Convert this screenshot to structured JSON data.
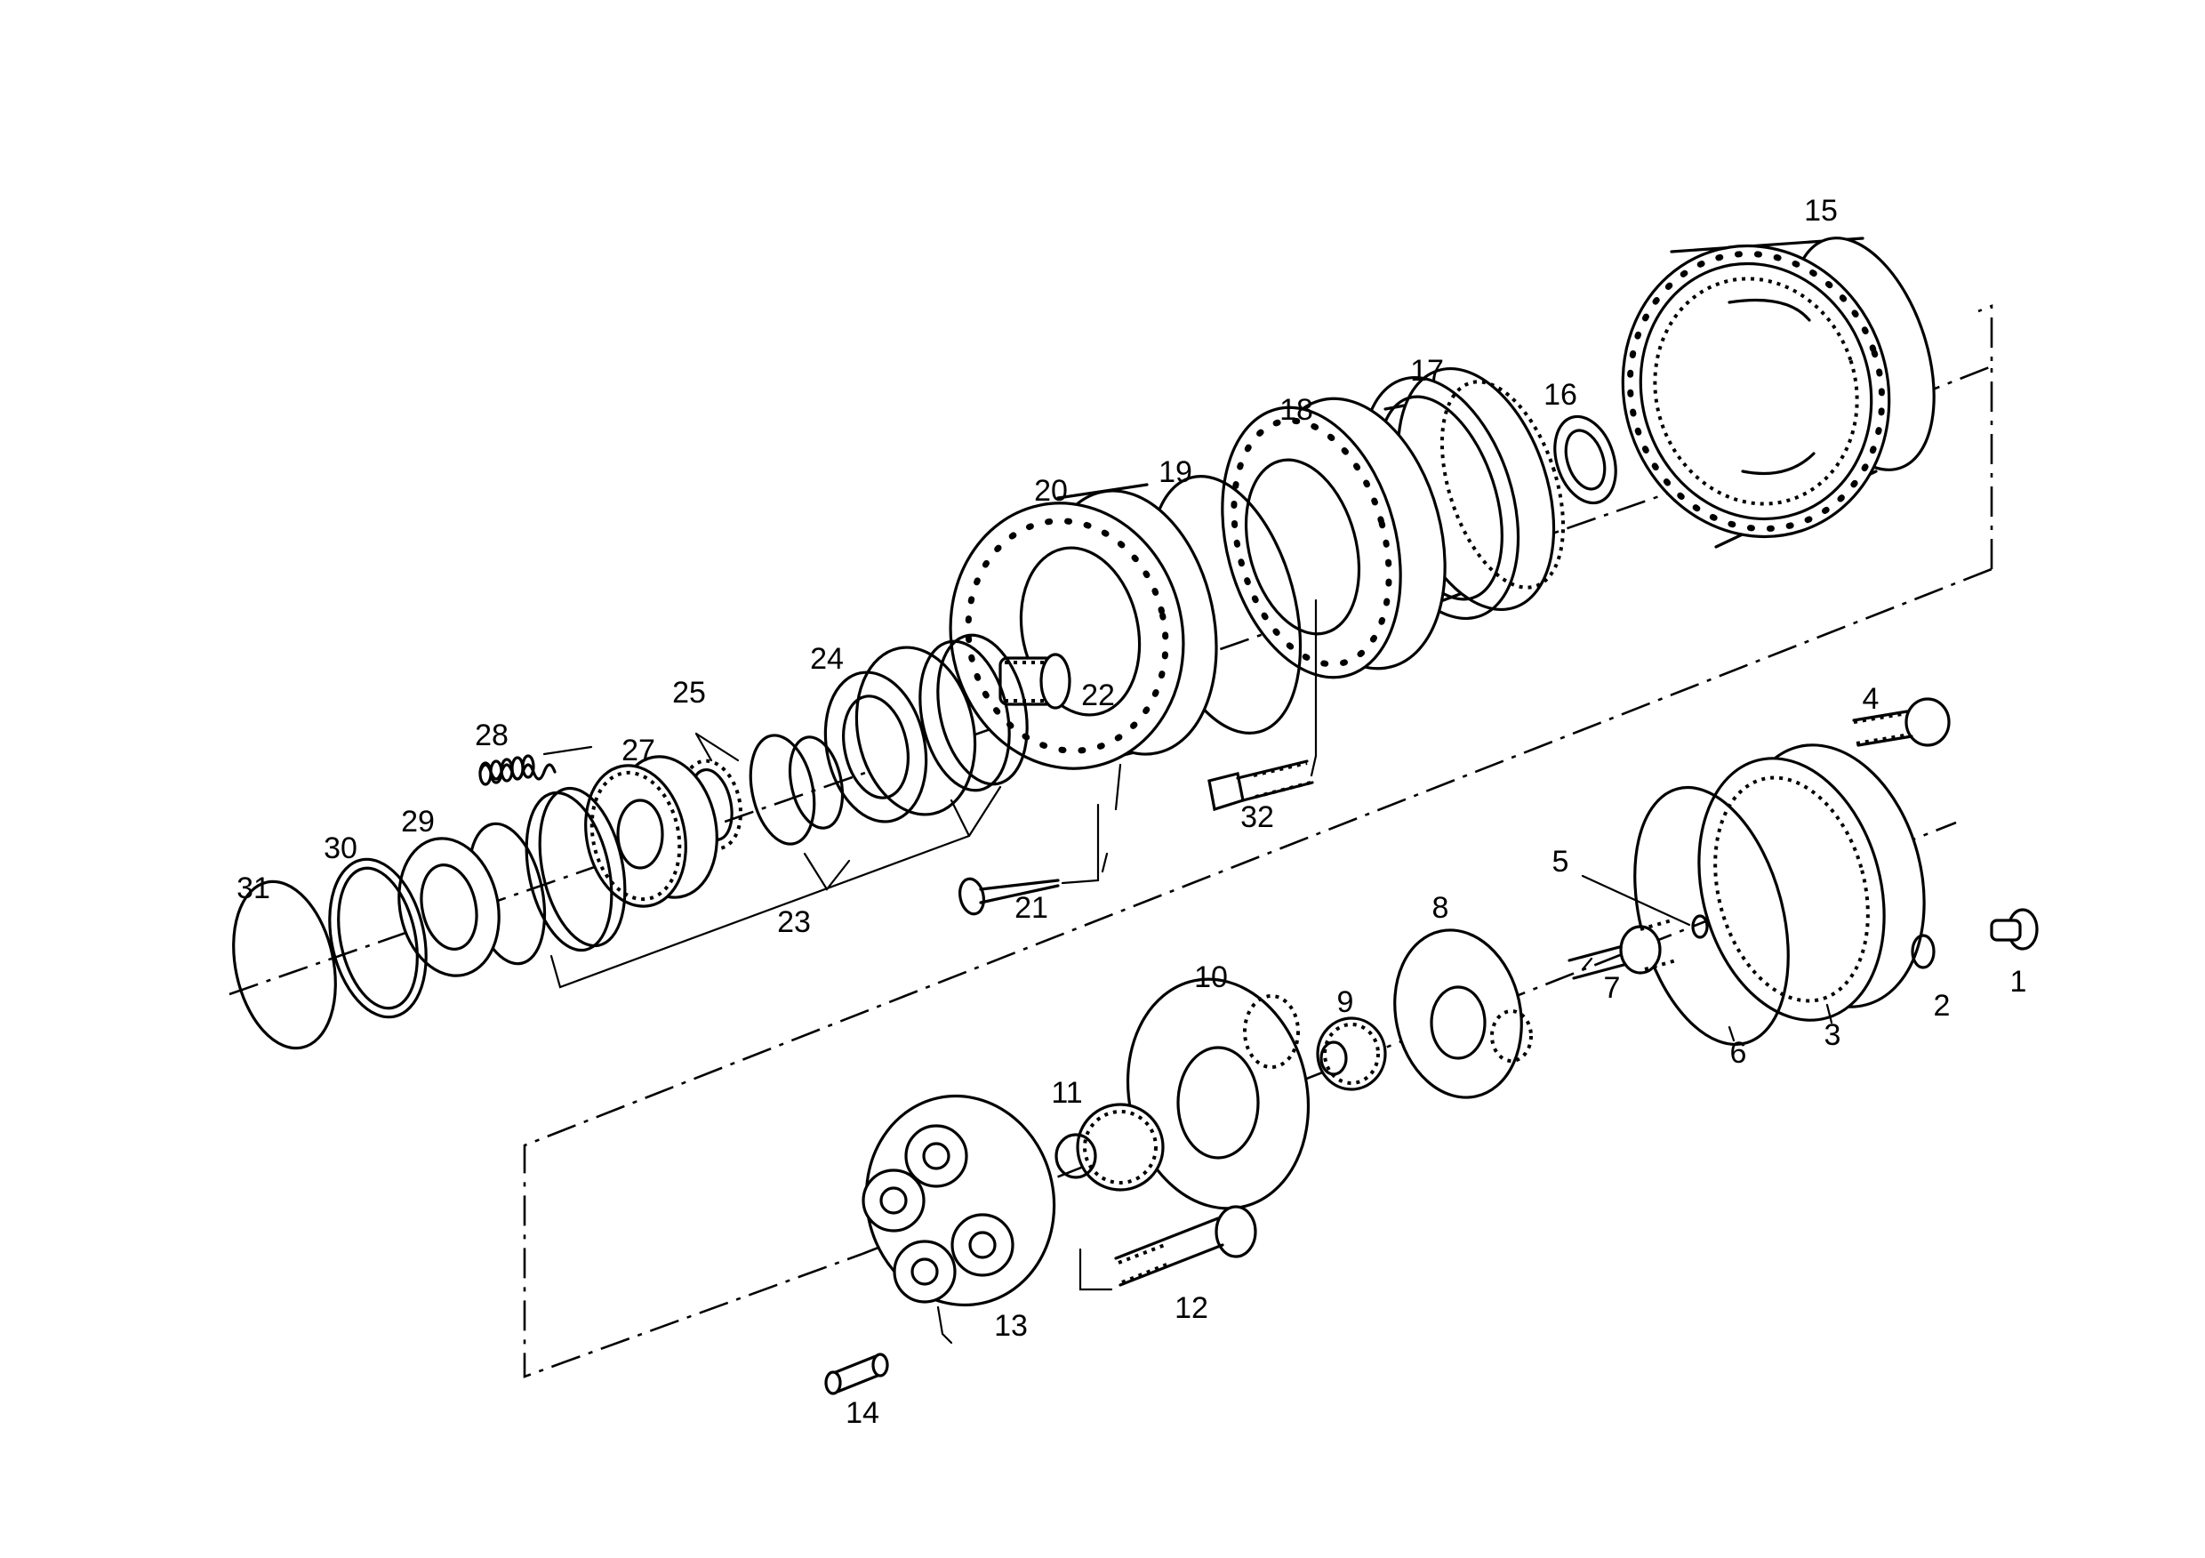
{
  "labels": {
    "p1": "1",
    "p2": "2",
    "p3": "3",
    "p4": "4",
    "p5": "5",
    "p6": "6",
    "p7": "7",
    "p8": "8",
    "p9": "9",
    "p10": "10",
    "p11": "11",
    "p12": "12",
    "p13": "13",
    "p14": "14",
    "p15": "15",
    "p16": "16",
    "p17": "17",
    "p18": "18",
    "p19": "19",
    "p20": "20",
    "p21": "21",
    "p22": "22",
    "p23": "23",
    "p24": "24",
    "p25": "25",
    "p27": "27",
    "p28": "28",
    "p29": "29",
    "p30": "30",
    "p31": "31",
    "p32": "32"
  }
}
